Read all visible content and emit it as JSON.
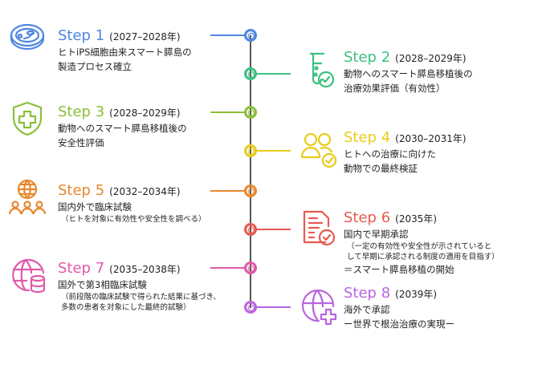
{
  "steps": [
    {
      "label": "Step 1",
      "years": "(2027–2028年)",
      "color": "#4f86e0",
      "icon": "petri-dish-icon",
      "side": "left",
      "lines": [
        {
          "t": "ヒトiPS細胞由来スマート膵島の",
          "k": "main"
        },
        {
          "t": "製造プロセス確立",
          "k": "main"
        }
      ]
    },
    {
      "label": "Step 2",
      "years": "(2028–2029年)",
      "color": "#3cc07f",
      "icon": "test-tube-check-icon",
      "side": "right",
      "lines": [
        {
          "t": "動物へのスマート膵島移植後の",
          "k": "main"
        },
        {
          "t": "治療効果評価（有効性）",
          "k": "main"
        }
      ]
    },
    {
      "label": "Step 3",
      "years": "(2028–2029年)",
      "color": "#8cbf3a",
      "icon": "shield-plus-icon",
      "side": "left",
      "lines": [
        {
          "t": "動物へのスマート膵島移植後の",
          "k": "main"
        },
        {
          "t": "安全性評価",
          "k": "main"
        }
      ]
    },
    {
      "label": "Step 4",
      "years": "(2030–2031年)",
      "color": "#e8cc1a",
      "icon": "users-check-icon",
      "side": "right",
      "lines": [
        {
          "t": "ヒトへの治療に向けた",
          "k": "main"
        },
        {
          "t": "動物での最終検証",
          "k": "main"
        }
      ]
    },
    {
      "label": "Step 5",
      "years": "(2032–2034年)",
      "color": "#e6882e",
      "icon": "globe-people-icon",
      "side": "left",
      "lines": [
        {
          "t": "国内外で臨床試験",
          "k": "main"
        },
        {
          "t": "（ヒトを対象に有効性や安全性を調べる）",
          "k": "small"
        }
      ]
    },
    {
      "label": "Step 6",
      "years": "(2035年)",
      "color": "#e85a50",
      "icon": "document-check-icon",
      "side": "right",
      "lines": [
        {
          "t": "国内で早期承認",
          "k": "main"
        },
        {
          "t": "（一定の有効性や安全性が示されていると",
          "k": "small"
        },
        {
          "t": "して早期に承認される制度の適用を目指す）",
          "k": "small"
        },
        {
          "t": "＝スマート膵島移植の開始",
          "k": "main"
        }
      ]
    },
    {
      "label": "Step 7",
      "years": "(2035–2038年)",
      "color": "#e05aa8",
      "icon": "globe-database-icon",
      "side": "left",
      "lines": [
        {
          "t": "国外で第3相臨床試験",
          "k": "main"
        },
        {
          "t": "（前段階の臨床試験で得られた結果に基づき、",
          "k": "small"
        },
        {
          "t": "多数の患者を対象にした最終的試験）",
          "k": "small"
        }
      ]
    },
    {
      "label": "Step 8",
      "years": "(2039年)",
      "color": "#b965e0",
      "icon": "globe-plus-icon",
      "side": "right",
      "lines": [
        {
          "t": "海外で承認",
          "k": "main"
        },
        {
          "t": "ー世界で根治治療の実現ー",
          "k": "main"
        }
      ]
    }
  ]
}
